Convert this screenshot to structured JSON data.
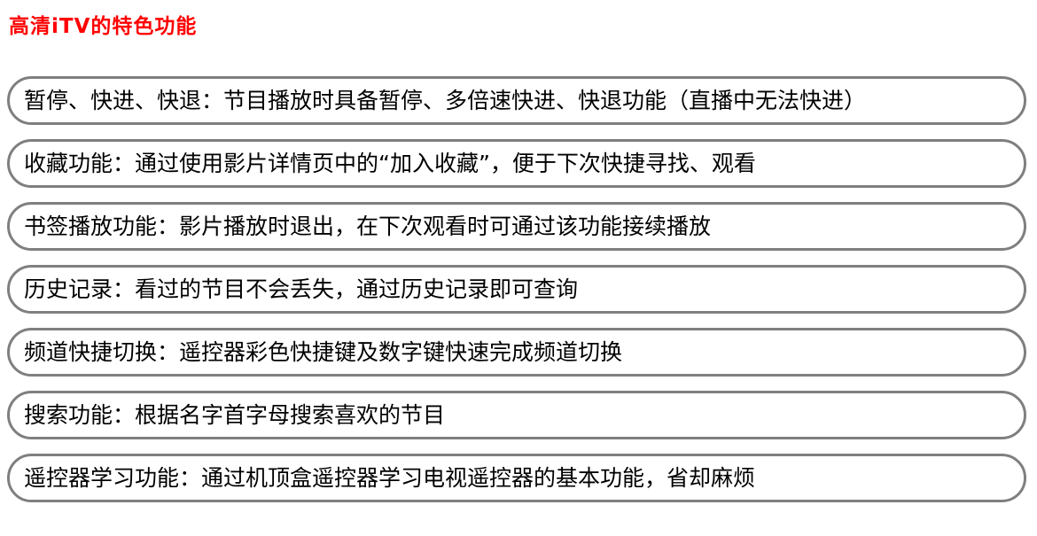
{
  "page": {
    "title": "高清iTV的特色功能",
    "title_color": "#ff0000",
    "border_color": "#7f7f7f",
    "background_color": "#ffffff"
  },
  "features": [
    {
      "text": "暂停、快进、快退：节目播放时具备暂停、多倍速快进、快退功能（直播中无法快进）"
    },
    {
      "text": "收藏功能：通过使用影片详情页中的“加入收藏”，便于下次快捷寻找、观看"
    },
    {
      "text": "书签播放功能：影片播放时退出，在下次观看时可通过该功能接续播放"
    },
    {
      "text": "历史记录：看过的节目不会丢失，通过历史记录即可查询"
    },
    {
      "text": "频道快捷切换：遥控器彩色快捷键及数字键快速完成频道切换"
    },
    {
      "text": "搜索功能：根据名字首字母搜索喜欢的节目"
    },
    {
      "text": "遥控器学习功能：通过机顶盒遥控器学习电视遥控器的基本功能，省却麻烦"
    }
  ]
}
